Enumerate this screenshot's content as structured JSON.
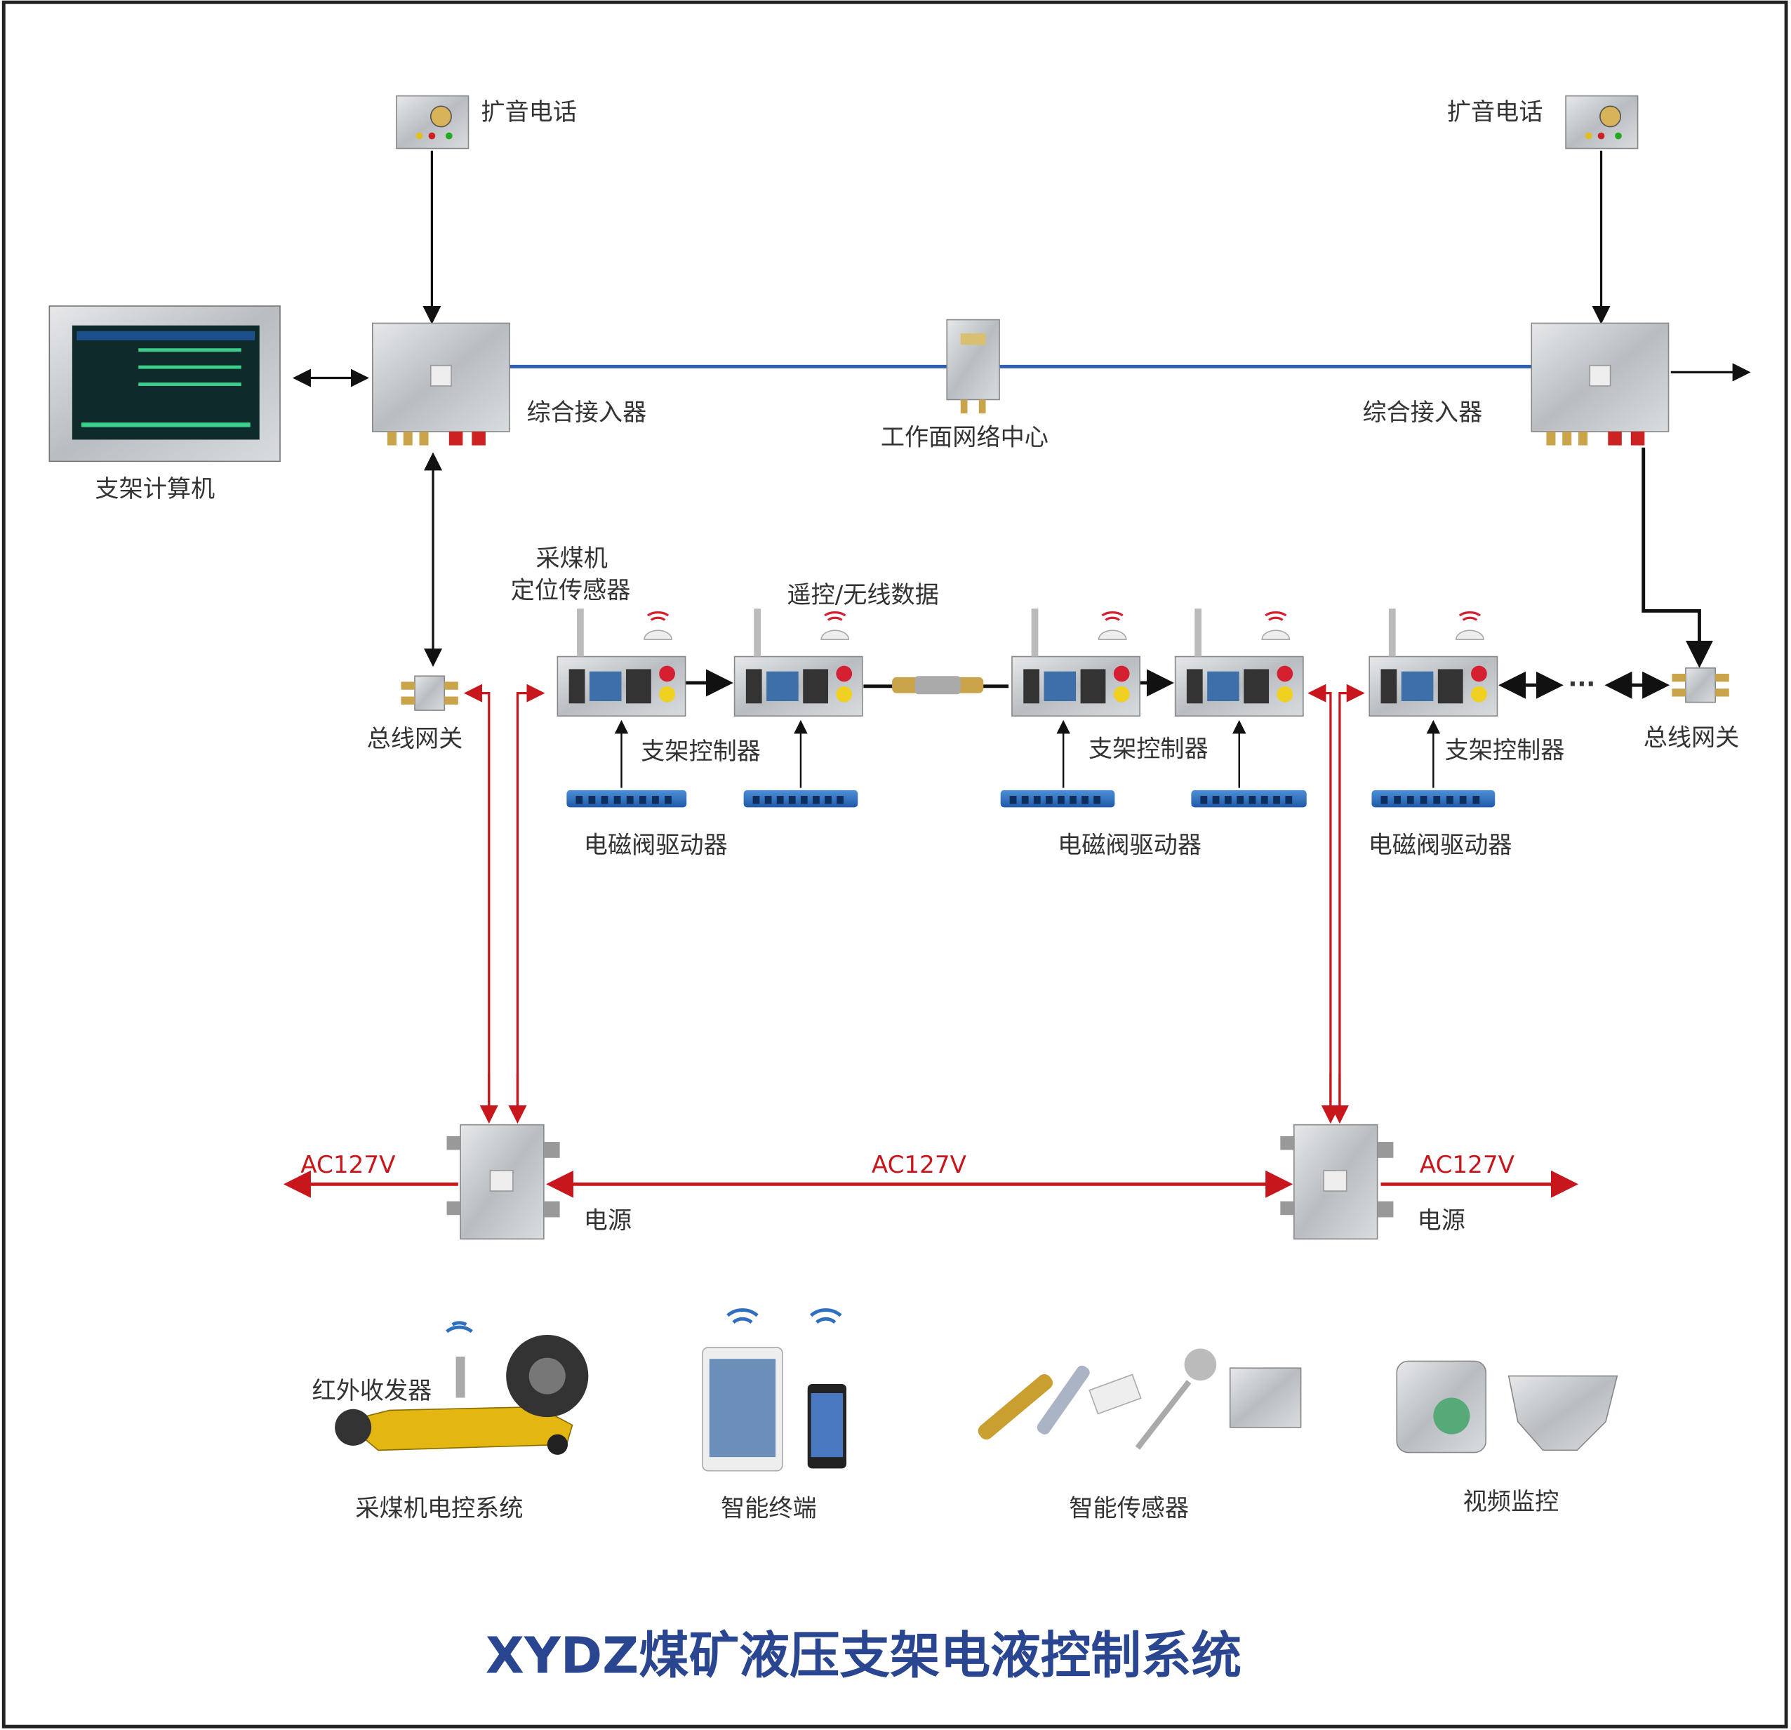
{
  "title": "XYDZ煤矿液压支架电液控制系统",
  "colors": {
    "network_line": "#2f5fb3",
    "power_line": "#c8161d",
    "title": "#2a4690",
    "signal_line": "#111111"
  },
  "labels": {
    "speaker_phone_left": "扩音电话",
    "speaker_phone_right": "扩音电话",
    "access_unit_left": "综合接入器",
    "access_unit_right": "综合接入器",
    "network_center": "工作面网络中心",
    "support_computer": "支架计算机",
    "bus_gateway_left": "总线网关",
    "bus_gateway_right": "总线网关",
    "shearer_sensor_line1": "采煤机",
    "shearer_sensor_line2": "定位传感器",
    "remote_wireless": "遥控/无线数据",
    "controller_1": "支架控制器",
    "controller_2": "支架控制器",
    "controller_3": "支架控制器",
    "valve_driver_1": "电磁阀驱动器",
    "valve_driver_2": "电磁阀驱动器",
    "valve_driver_3": "电磁阀驱动器",
    "ellipsis": "···",
    "power_left": "电源",
    "power_right": "电源",
    "ac_left": "AC127V",
    "ac_middle": "AC127V",
    "ac_right": "AC127V",
    "ir_transceiver": "红外收发器",
    "shearer_system": "采煤机电控系统",
    "smart_terminal": "智能终端",
    "smart_sensor": "智能传感器",
    "video_monitor": "视频监控"
  }
}
